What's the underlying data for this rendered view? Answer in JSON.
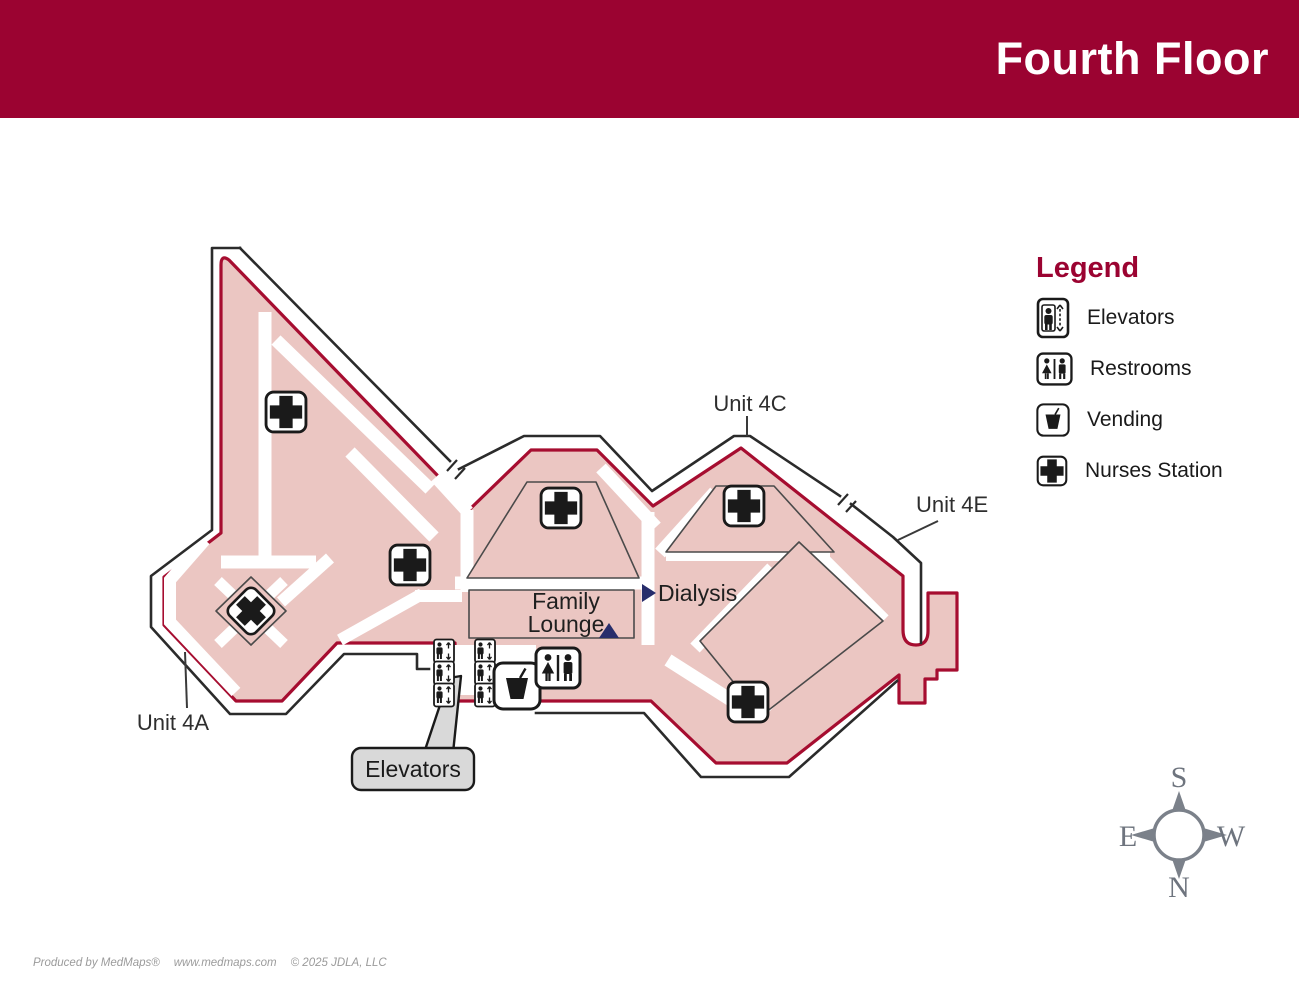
{
  "header": {
    "title": "Fourth Floor"
  },
  "map": {
    "units": [
      {
        "label": "Unit 4A"
      },
      {
        "label": "Unit 4C"
      },
      {
        "label": "Unit 4E"
      }
    ],
    "rooms": {
      "family_lounge_line1": "Family",
      "family_lounge_line2": "Lounge",
      "dialysis": "Dialysis"
    },
    "callout": {
      "label": "Elevators"
    },
    "icons": [
      {
        "name": "nurses-station-icon",
        "count": 6
      },
      {
        "name": "elevator-icon",
        "count": 6
      },
      {
        "name": "restrooms-icon",
        "count": 1
      },
      {
        "name": "vending-icon",
        "count": 1
      },
      {
        "name": "dialysis-marker-triangle",
        "count": 1
      },
      {
        "name": "family-lounge-marker-triangle",
        "count": 1
      }
    ]
  },
  "legend": {
    "title": "Legend",
    "items": [
      {
        "icon": "elevator-icon",
        "label": "Elevators"
      },
      {
        "icon": "restrooms-icon",
        "label": "Restrooms"
      },
      {
        "icon": "vending-icon",
        "label": "Vending"
      },
      {
        "icon": "nurses-station-icon",
        "label": "Nurses Station"
      }
    ]
  },
  "compass": {
    "south": "S",
    "west": "W",
    "north": "N",
    "east": "E"
  },
  "footer": {
    "produced_by": "Produced by MedMaps®",
    "website": "www.medmaps.com",
    "copyright": "© 2025 JDLA, LLC"
  },
  "colors": {
    "accent": "#9b0331",
    "floor_line": "#a60d30",
    "floor_fill": "#ebc6c2",
    "navy_marker": "#272d6b",
    "callout_fill": "#d9d9d9",
    "compass_gray": "#7b818a"
  }
}
